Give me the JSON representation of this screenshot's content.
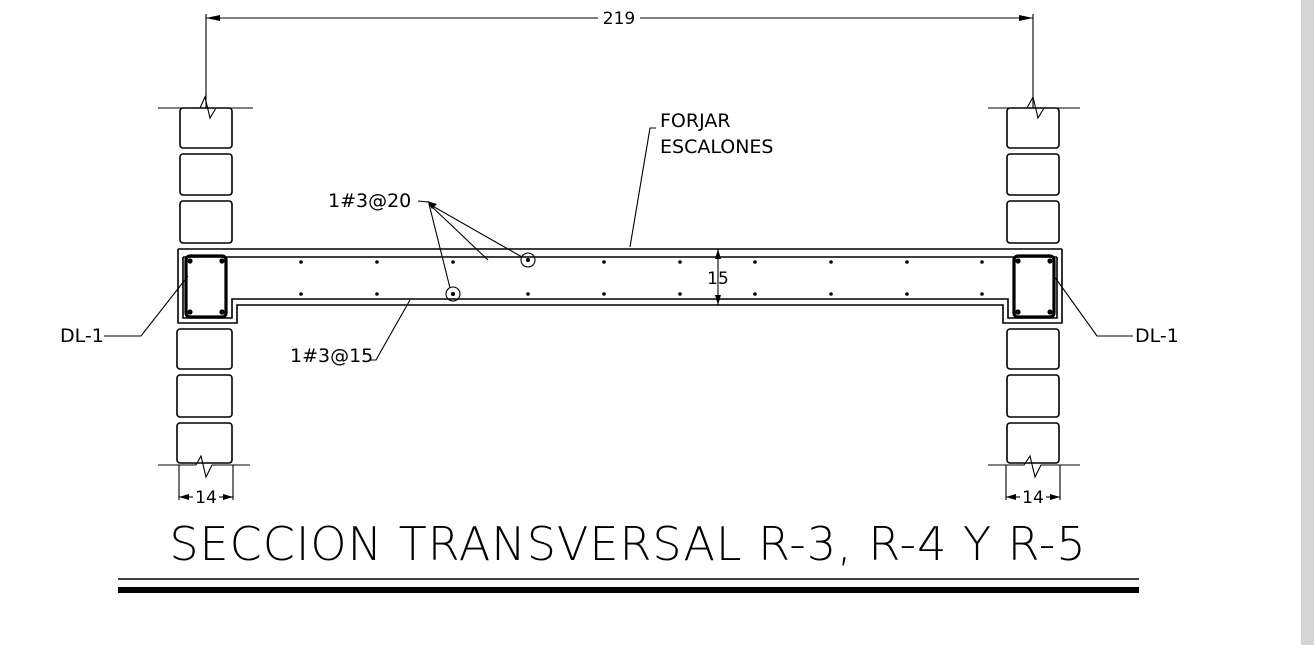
{
  "drawing": {
    "title": "SECCION TRANSVERSAL R-3, R-4 Y R-5",
    "dimensions": {
      "overall_span": "219",
      "slab_thickness": "15",
      "wall_left": "14",
      "wall_right": "14"
    },
    "labels": {
      "forjar_line1": "FORJAR",
      "forjar_line2": "ESCALONES",
      "top_rebar": "1#3@20",
      "bottom_rebar": "1#3@15",
      "dl_left": "DL-1",
      "dl_right": "DL-1"
    }
  }
}
